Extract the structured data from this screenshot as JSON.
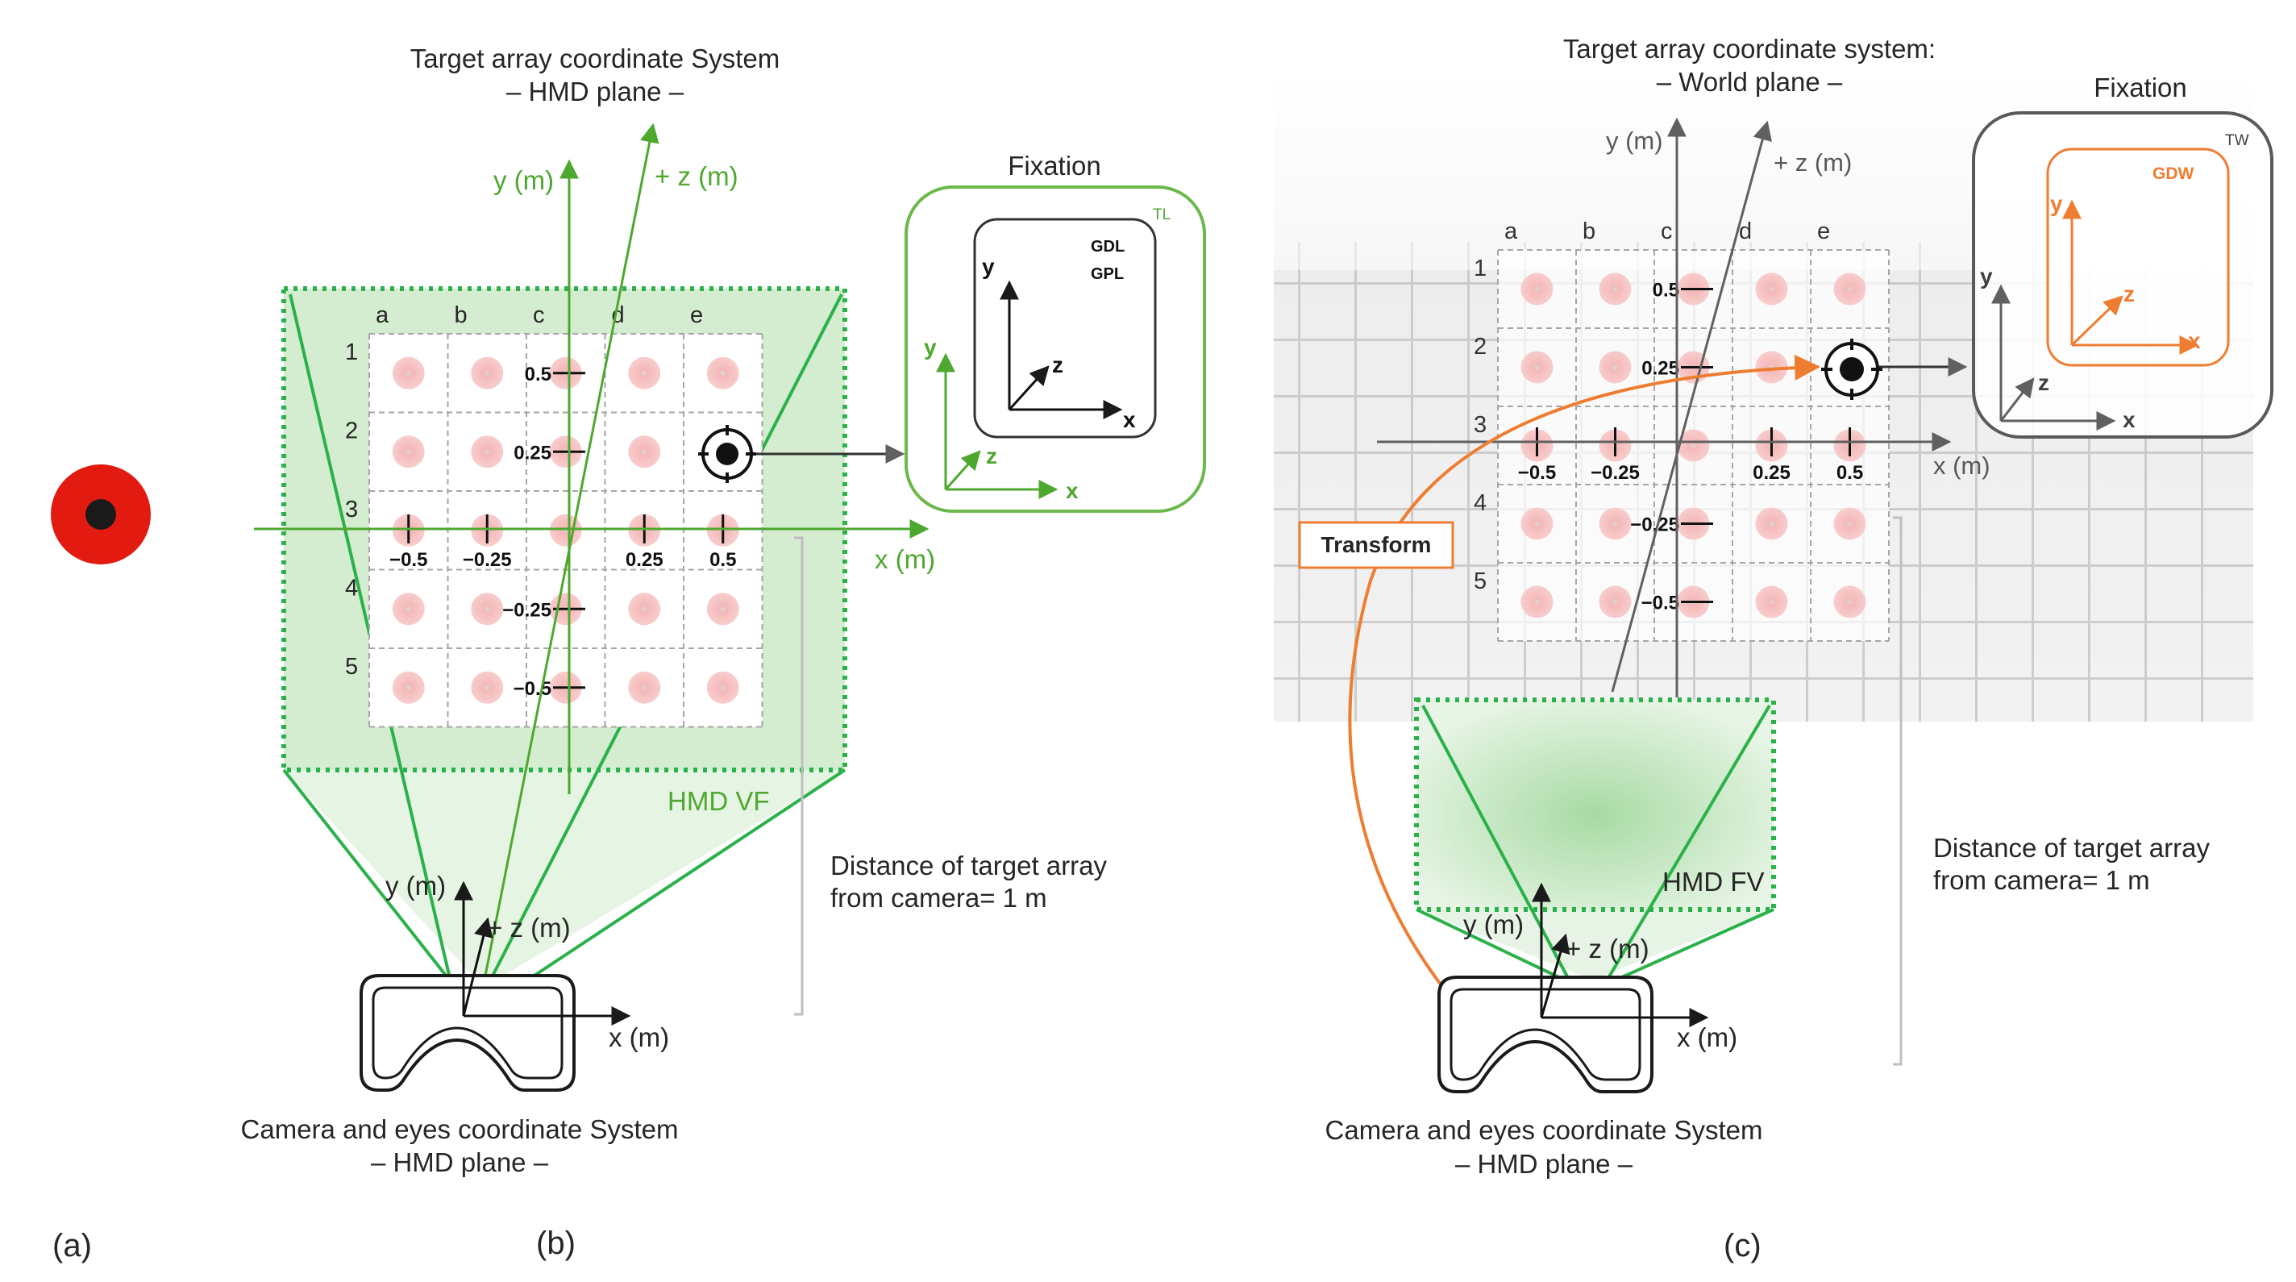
{
  "panel_labels": {
    "a": "(a)",
    "b": "(b)",
    "c": "(c)"
  },
  "panel_b": {
    "title_line1": "Target array coordinate System",
    "title_line2": "– HMD plane –",
    "axis_y": "y (m)",
    "axis_z": "+ z (m)",
    "axis_x": "x (m)",
    "columns": [
      "a",
      "b",
      "c",
      "d",
      "e"
    ],
    "rows": [
      "1",
      "2",
      "3",
      "4",
      "5"
    ],
    "ticks_x": [
      "−0.5",
      "−0.25",
      "0.25",
      "0.5"
    ],
    "ticks_y_pos": [
      "0.5",
      "0.25"
    ],
    "ticks_y_neg": [
      "−0.25",
      "−0.5"
    ],
    "vf_label": "HMD VF",
    "fixation_title": "Fixation",
    "fixation_tag": "TL",
    "fixation_inner_1": "GDL",
    "fixation_inner_2": "GPL",
    "fix_x": "x",
    "fix_y": "y",
    "fix_z": "z",
    "distance_line1": "Distance of target array",
    "distance_line2": "from camera= 1 m",
    "camera_y": "y (m)",
    "camera_z": "+ z (m)",
    "camera_x": "x (m)",
    "camera_title1": "Camera and eyes coordinate System",
    "camera_title2": "– HMD plane  –"
  },
  "panel_c": {
    "title_line1": "Target array coordinate system:",
    "title_line2": "– World plane –",
    "axis_y": "y (m)",
    "axis_z": "+ z (m)",
    "axis_x": "x (m)",
    "columns": [
      "a",
      "b",
      "c",
      "d",
      "e"
    ],
    "rows": [
      "1",
      "2",
      "3",
      "4",
      "5"
    ],
    "ticks_x": [
      "−0.5",
      "−0.25",
      "0.25",
      "0.5"
    ],
    "ticks_y_pos": [
      "0.5",
      "0.25"
    ],
    "ticks_y_neg": [
      "−0.25",
      "−0.5"
    ],
    "fv_label": "HMD FV",
    "transform_label": "Transform",
    "fixation_title": "Fixation",
    "fixation_tag": "TW",
    "fixation_inner_tag": "GDW",
    "fix_x": "x",
    "fix_y": "y",
    "fix_z": "z",
    "distance_line1": "Distance of target array",
    "distance_line2": "from camera= 1 m",
    "camera_y": "y (m)",
    "camera_z": "+ z (m)",
    "camera_x": "x (m)",
    "camera_title1": "Camera and eyes coordinate System",
    "camera_title2": "– HMD plane –"
  },
  "colors": {
    "green": "#4ea82f",
    "green_frustum": "#2bb14a",
    "orange": "#ee7d31",
    "target_red": "#e21a10",
    "target_pink": "#f6bfbf"
  }
}
